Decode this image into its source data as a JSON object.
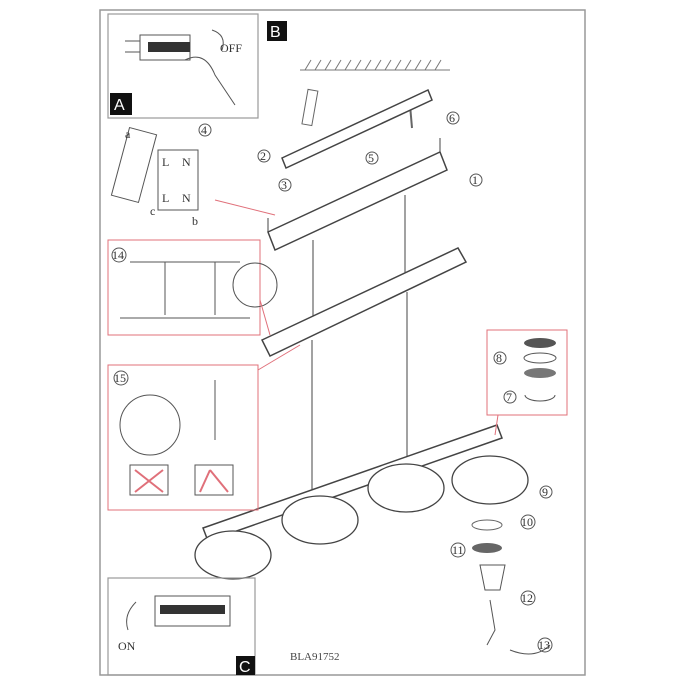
{
  "panels": {
    "a": {
      "letter": "A",
      "action": "OFF"
    },
    "b": {
      "letter": "B"
    },
    "c": {
      "letter": "C",
      "action": "ON"
    }
  },
  "steps": [
    "1",
    "2",
    "3",
    "4",
    "5",
    "6",
    "7",
    "8",
    "9",
    "10",
    "11",
    "12",
    "13",
    "14",
    "15"
  ],
  "wiring": {
    "terminals": [
      "L",
      "N",
      "L",
      "N"
    ],
    "callouts": [
      "a",
      "b",
      "c"
    ]
  },
  "model_code": "BLA91752",
  "colors": {
    "border": "#888888",
    "highlight": "#e0707a",
    "ink": "#333333"
  }
}
